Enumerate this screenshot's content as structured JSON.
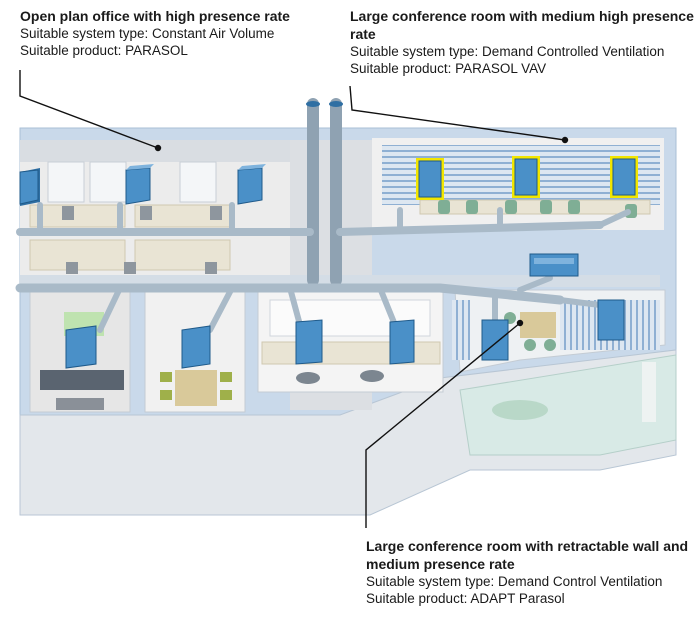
{
  "callouts": {
    "open_plan": {
      "title": "Open plan office with high presence rate",
      "system_type": "Suitable system type: Constant Air Volume",
      "product": "Suitable product: PARASOL"
    },
    "conference": {
      "title": "Large conference room with medium high presence rate",
      "system_type": "Suitable system type: Demand Controlled Ventilation",
      "product": "Suitable product: PARASOL VAV"
    },
    "retractable": {
      "title": "Large conference room with retractable wall and medium presence rate",
      "system_type": "Suitable system type: Demand Control Ventilation",
      "product": "Suitable product: ADAPT Parasol"
    }
  },
  "colors": {
    "wall": "#c9d9ea",
    "wall_edge": "#a9bfd6",
    "floor": "#ececec",
    "floor_warm": "#e9e4d4",
    "duct": "#a9bac8",
    "duct_dark": "#8fa2b2",
    "unit": "#4a90c8",
    "unit_side": "#2f6fa3",
    "highlight": "#f2e600",
    "chair_green": "#7fae95",
    "chair_olive": "#9fb04a",
    "glass": "#d8eae6",
    "sofa": "#5a6470",
    "leader": "#111111"
  }
}
